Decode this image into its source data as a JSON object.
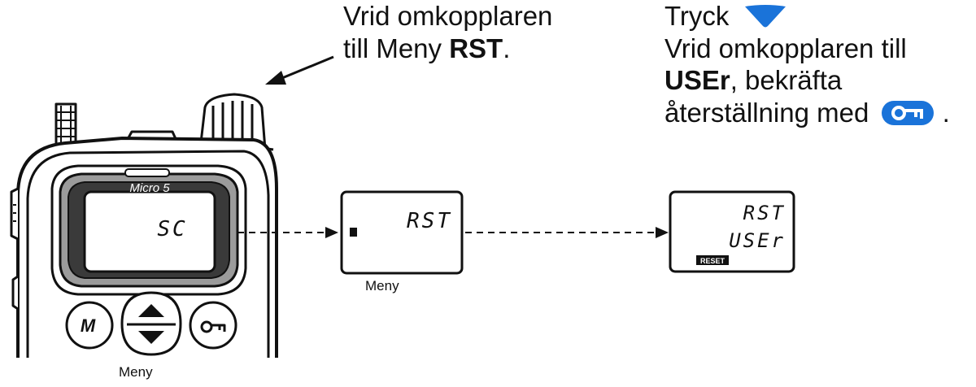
{
  "step1": {
    "line1": "Vrid omkopplaren",
    "line2_prefix": "till Meny ",
    "line2_bold": "RST",
    "line2_suffix": "."
  },
  "step2": {
    "line1_prefix": "Tryck",
    "line2": "Vrid omkopplaren till",
    "line3_bold": "USEr",
    "line3_suffix": ", bekräfta",
    "line4_prefix": "återställning med",
    "line4_suffix": "."
  },
  "device": {
    "brand": "Micro 5",
    "display_text": "SC",
    "button_m": "M",
    "label": "Meny"
  },
  "display1": {
    "text": "RST",
    "label": "Meny"
  },
  "display2": {
    "line1": "RST",
    "line2": "USEr",
    "badge": "RESET"
  },
  "icons": {
    "down_arrow_button": "down-triangle-button-icon",
    "key_button": "key-button-icon",
    "accent_color": "#1a73d9"
  }
}
